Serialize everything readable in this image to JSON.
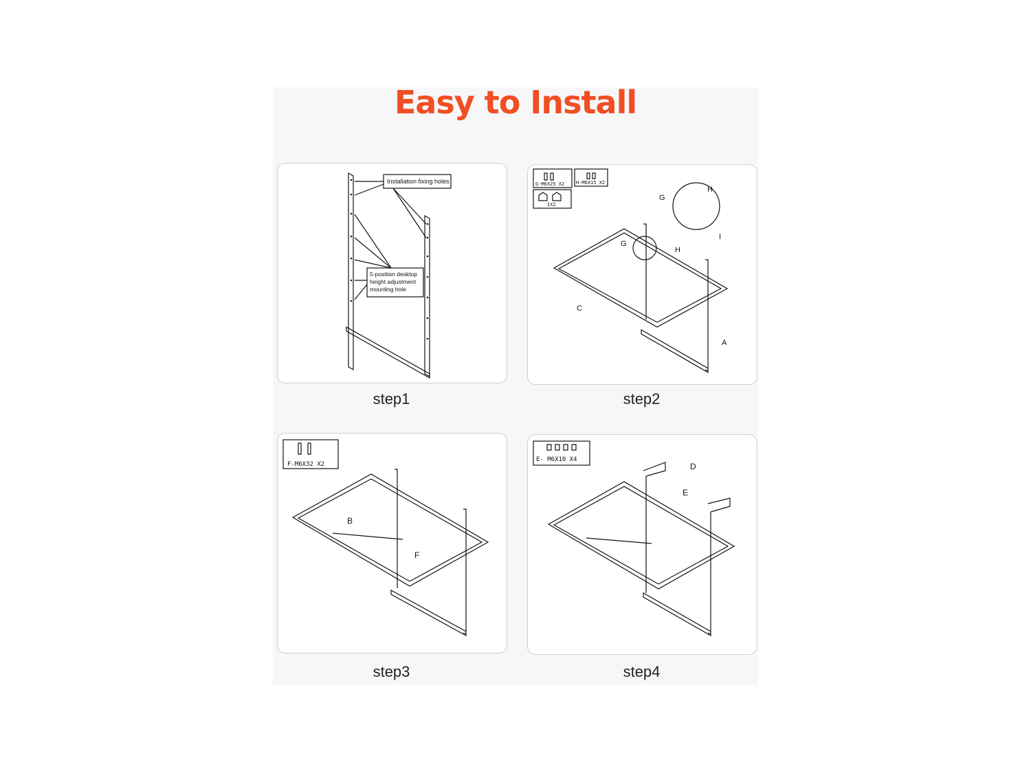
{
  "title": "Easy to Install",
  "accent_color": "#f04e23",
  "steps": [
    {
      "label": "step1",
      "callouts": {
        "fixing": "Installation fixing holes",
        "adjust_1": "5-position desktop",
        "adjust_2": "height adjustment",
        "adjust_3": "mounling hole"
      }
    },
    {
      "label": "step2",
      "parts": {
        "g": "G-M6X25 X2",
        "h": "H-M6X15 X2",
        "i": "IX2"
      },
      "letters": {
        "a": "A",
        "c": "C",
        "g": "G",
        "h": "H",
        "i": "I"
      }
    },
    {
      "label": "step3",
      "parts": {
        "f": "F-M6X32 X2"
      },
      "letters": {
        "b": "B",
        "f": "F"
      }
    },
    {
      "label": "step4",
      "parts": {
        "e": "E- M6X10 X4"
      },
      "letters": {
        "d": "D",
        "e": "E"
      }
    }
  ]
}
